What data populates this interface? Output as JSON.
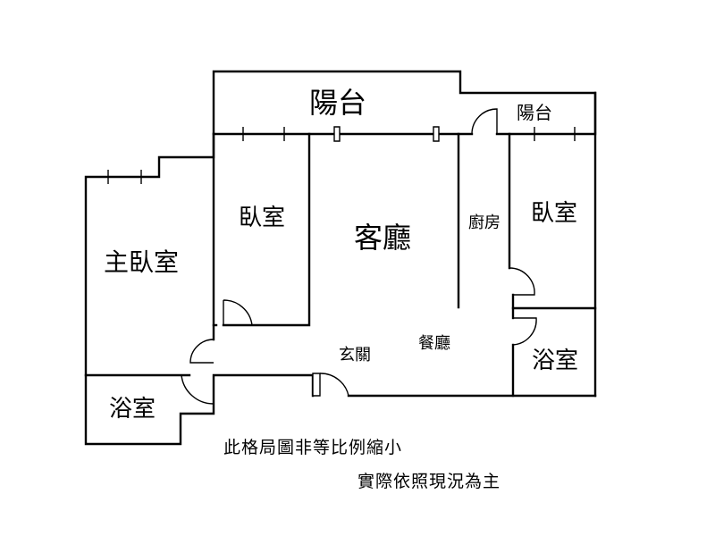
{
  "rooms": {
    "balcony_main": "陽台",
    "balcony_small": "陽台",
    "bedroom_left": "臥室",
    "living_room": "客廳",
    "kitchen": "廚房",
    "bedroom_right": "臥室",
    "master_bedroom": "主臥室",
    "entrance": "玄關",
    "dining_room": "餐廳",
    "bathroom_left": "浴室",
    "bathroom_right": "浴室"
  },
  "notes": {
    "line1": "此格局圖非等比例縮小",
    "line2": "實際依照現況為主"
  },
  "colors": {
    "line": "#000000",
    "background": "#ffffff"
  }
}
